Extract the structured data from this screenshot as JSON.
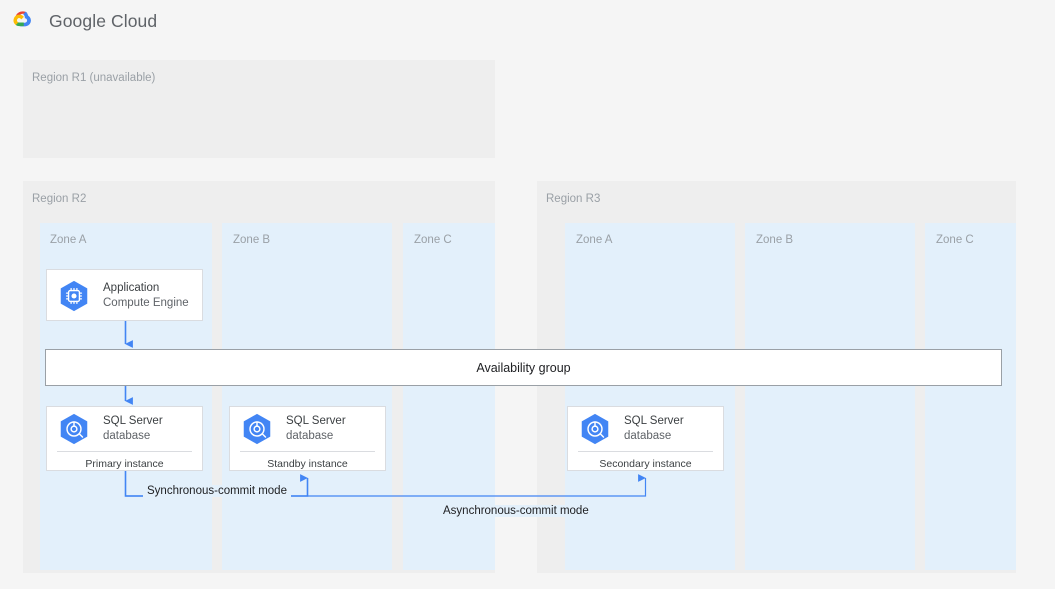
{
  "header": {
    "brand": "Google Cloud",
    "logo_icon": "google-cloud-logo"
  },
  "colors": {
    "page_background": "#f5f5f5",
    "region_panel": "#eeeeee",
    "zone_panel": "#e3f0fb",
    "card_background": "#ffffff",
    "card_border": "#dadce0",
    "connector_blue": "#4285f4",
    "muted_text": "#9aa0a6",
    "body_text": "#3c4043",
    "gcp_blue": "#4285f4",
    "gcp_red": "#ea4335",
    "gcp_yellow": "#fbbc04",
    "gcp_green": "#34a853"
  },
  "diagram": {
    "regions": [
      {
        "label": "Region R1 (unavailable)",
        "zones": []
      },
      {
        "label": "Region R2",
        "zones": [
          {
            "label": "Zone A"
          },
          {
            "label": "Zone B"
          },
          {
            "label": "Zone C"
          }
        ]
      },
      {
        "label": "Region R3",
        "zones": [
          {
            "label": "Zone A"
          },
          {
            "label": "Zone B"
          },
          {
            "label": "Zone C"
          }
        ]
      }
    ],
    "availability_group": {
      "label": "Availability group"
    },
    "nodes": [
      {
        "id": "application",
        "title": "Application",
        "subtitle": "Compute Engine",
        "footer": null,
        "icon": "compute-engine-icon"
      },
      {
        "id": "primary-db",
        "title": "SQL Server",
        "subtitle": "database",
        "footer": "Primary instance",
        "icon": "sql-server-database-icon"
      },
      {
        "id": "standby-db",
        "title": "SQL Server",
        "subtitle": "database",
        "footer": "Standby instance",
        "icon": "sql-server-database-icon"
      },
      {
        "id": "secondary-db",
        "title": "SQL Server",
        "subtitle": "database",
        "footer": "Secondary instance",
        "icon": "sql-server-database-icon"
      }
    ],
    "edges": [
      {
        "id": "sync",
        "label": "Synchronous-commit mode",
        "from": "primary-db",
        "to": "standby-db"
      },
      {
        "id": "async",
        "label": "Asynchronous-commit mode",
        "from": "primary-db",
        "to": "secondary-db"
      }
    ]
  }
}
